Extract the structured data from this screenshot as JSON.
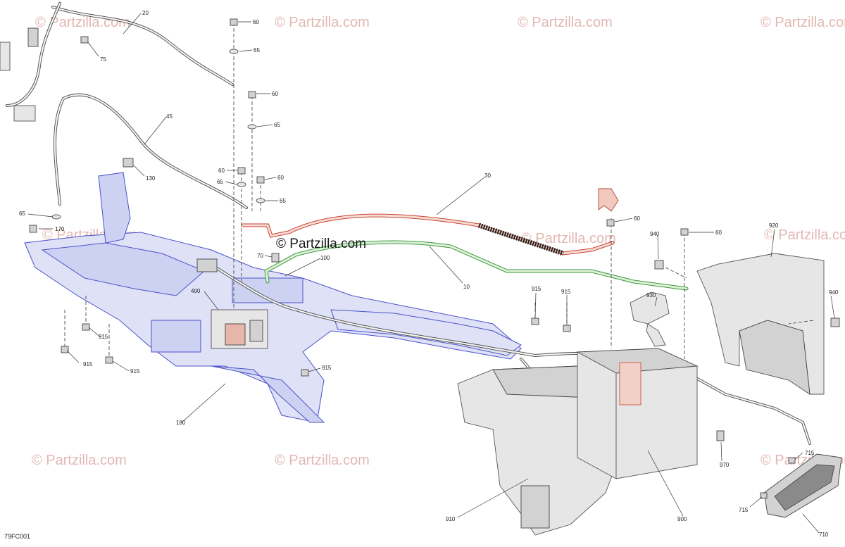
{
  "diagram": {
    "code": "79FC001",
    "watermark": "© Partzilla.com",
    "callouts": [
      {
        "id": "20",
        "label": "20"
      },
      {
        "id": "75",
        "label": "75"
      },
      {
        "id": "45",
        "label": "45"
      },
      {
        "id": "130",
        "label": "130"
      },
      {
        "id": "65a",
        "label": "65"
      },
      {
        "id": "170",
        "label": "170"
      },
      {
        "id": "60a",
        "label": "60"
      },
      {
        "id": "65b",
        "label": "65"
      },
      {
        "id": "60b",
        "label": "60"
      },
      {
        "id": "65c",
        "label": "65"
      },
      {
        "id": "60c",
        "label": "60"
      },
      {
        "id": "65d",
        "label": "65"
      },
      {
        "id": "60d",
        "label": "60"
      },
      {
        "id": "65e",
        "label": "65"
      },
      {
        "id": "30",
        "label": "30"
      },
      {
        "id": "60e",
        "label": "60"
      },
      {
        "id": "940a",
        "label": "940"
      },
      {
        "id": "60f",
        "label": "60"
      },
      {
        "id": "920",
        "label": "920"
      },
      {
        "id": "70",
        "label": "70"
      },
      {
        "id": "100",
        "label": "100"
      },
      {
        "id": "10",
        "label": "10"
      },
      {
        "id": "400",
        "label": "400"
      },
      {
        "id": "915a",
        "label": "915"
      },
      {
        "id": "915b",
        "label": "915"
      },
      {
        "id": "930",
        "label": "930"
      },
      {
        "id": "940b",
        "label": "940"
      },
      {
        "id": "915c",
        "label": "915"
      },
      {
        "id": "915d",
        "label": "915"
      },
      {
        "id": "915e",
        "label": "915"
      },
      {
        "id": "915f",
        "label": "915"
      },
      {
        "id": "180",
        "label": "180"
      },
      {
        "id": "970",
        "label": "970"
      },
      {
        "id": "715a",
        "label": "715"
      },
      {
        "id": "715b",
        "label": "715"
      },
      {
        "id": "910",
        "label": "910"
      },
      {
        "id": "900",
        "label": "900"
      },
      {
        "id": "710",
        "label": "710"
      }
    ]
  }
}
